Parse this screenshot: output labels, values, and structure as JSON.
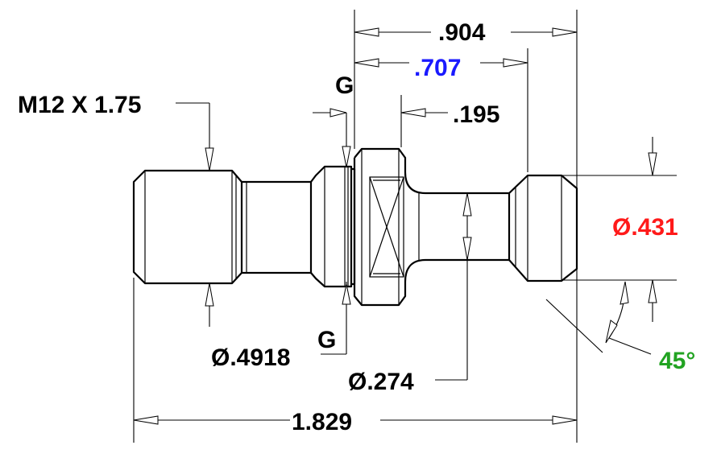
{
  "drawing": {
    "dimensions": {
      "thread": "M12 X 1.75",
      "overall_length": "1.829",
      "length_904": ".904",
      "length_707": ".707",
      "length_195": ".195",
      "dia_4918": "Ø.4918",
      "dia_274": "Ø.274",
      "dia_431": "Ø.431",
      "angle": "45°"
    },
    "section_marks": {
      "top": "G",
      "bottom": "G"
    },
    "colors": {
      "default": "#000000",
      "length_707": "#1a1aff",
      "dia_431": "#ff1a1a",
      "angle": "#22a322"
    }
  }
}
